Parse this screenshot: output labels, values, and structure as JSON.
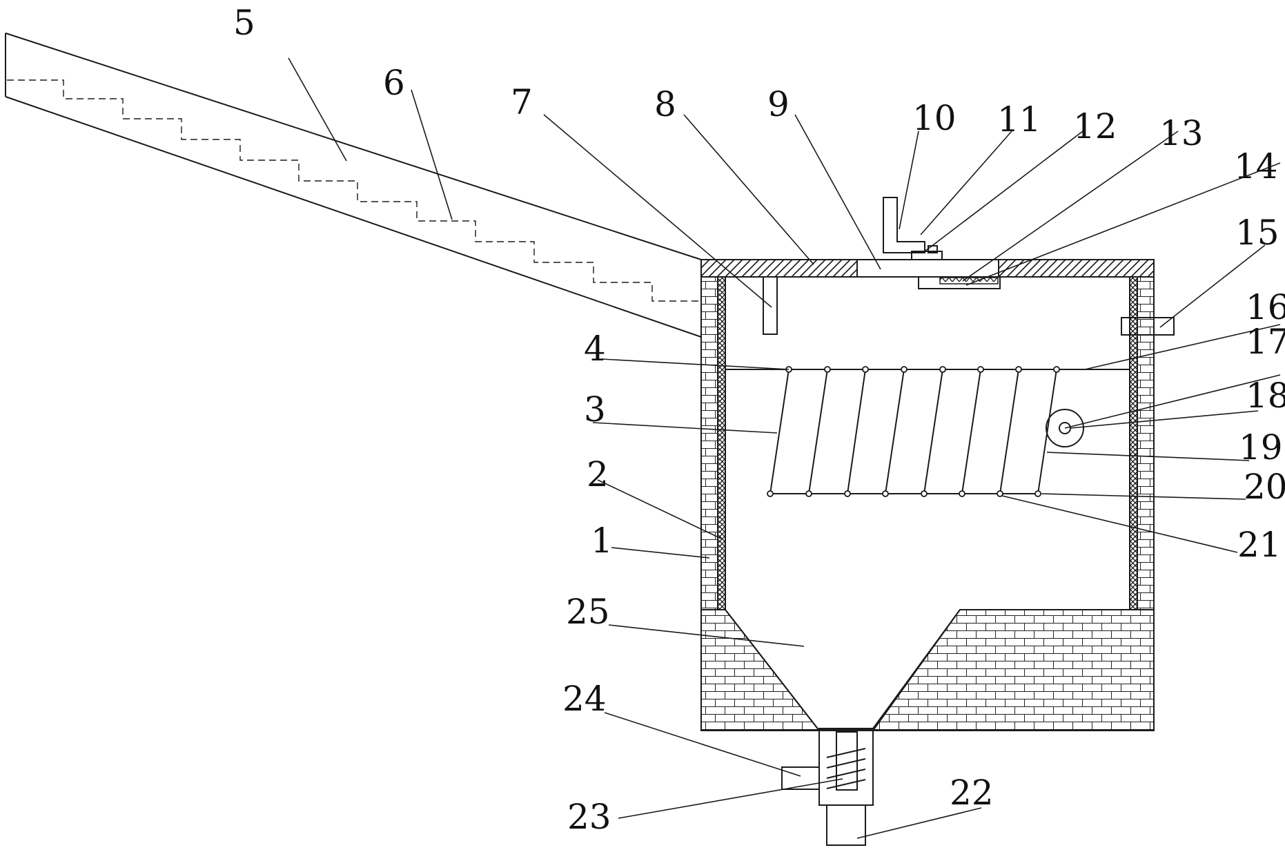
{
  "figure": {
    "labels": [
      "1",
      "2",
      "3",
      "4",
      "5",
      "6",
      "7",
      "8",
      "9",
      "10",
      "11",
      "12",
      "13",
      "14",
      "15",
      "16",
      "17",
      "18",
      "19",
      "20",
      "21",
      "22",
      "23",
      "24",
      "25"
    ]
  },
  "colors": {
    "line": "#1a1a1a",
    "background": "#ffffff"
  }
}
